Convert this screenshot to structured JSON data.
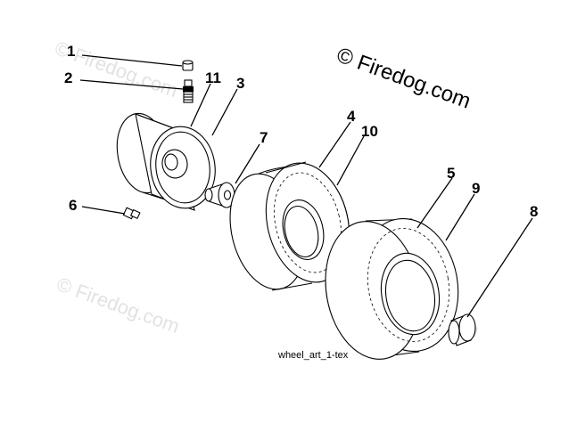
{
  "watermark": {
    "main": "© Firedog.com",
    "faint": "© Firedog.com"
  },
  "callouts": {
    "c1": "1",
    "c2": "2",
    "c3": "3",
    "c4": "4",
    "c5": "5",
    "c6": "6",
    "c7": "7",
    "c8": "8",
    "c9": "9",
    "c10": "10",
    "c11": "11"
  },
  "caption": "wheel_art_1-tex",
  "parts": {
    "p1": "valve-cap-icon",
    "p2": "valve-stem-icon",
    "p3": "wheel-rim-icon",
    "p4": "front-tire-icon",
    "p5": "rear-tire-icon",
    "p6": "grease-fitting-icon",
    "p7": "bushing-icon",
    "p8": "hub-cap-icon",
    "p11": "rim-band-icon"
  }
}
